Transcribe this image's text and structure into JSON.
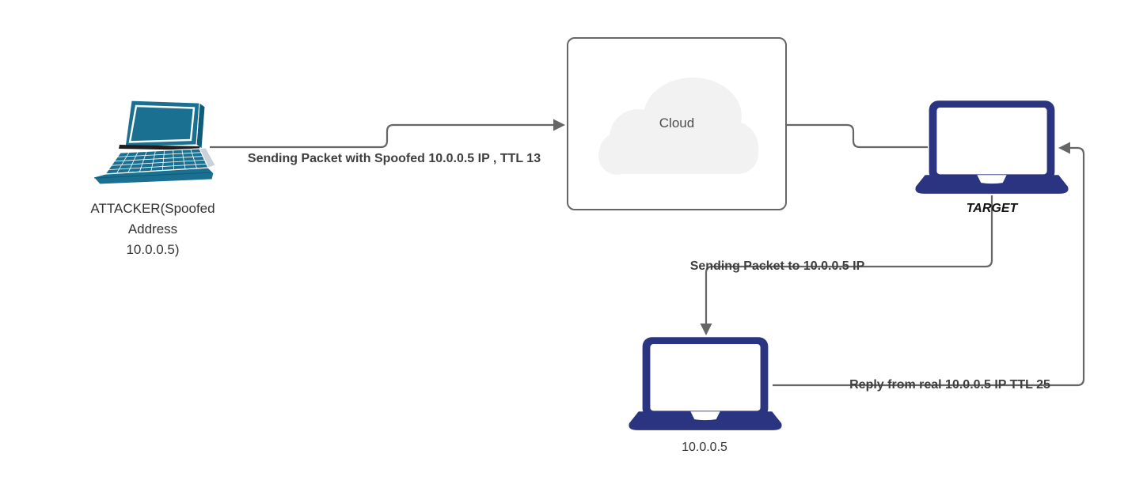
{
  "diagram": {
    "type": "network-flow",
    "nodes": {
      "attacker": {
        "label_lines": [
          "ATTACKER(Spoofed",
          "Address",
          "10.0.0.5)"
        ],
        "icon": "laptop-3d-icon"
      },
      "cloud": {
        "label": "Cloud",
        "icon": "cloud-icon"
      },
      "target": {
        "label": "TARGET",
        "icon": "laptop-icon"
      },
      "real_host": {
        "label": "10.0.0.5",
        "icon": "laptop-icon"
      }
    },
    "edges": [
      {
        "from": "attacker",
        "to": "cloud",
        "label": "Sending Packet with Spoofed 10.0.0.5 IP , TTL 13",
        "arrow": "right"
      },
      {
        "from": "cloud",
        "to": "target",
        "label": "",
        "arrow": "none"
      },
      {
        "from": "target",
        "to": "real_host",
        "label": "Sending Packet to 10.0.0.5 IP",
        "arrow": "down"
      },
      {
        "from": "real_host",
        "to": "target",
        "label": "Reply from real 10.0.0.5 IP TTL 25",
        "arrow": "left"
      }
    ],
    "colors": {
      "attacker_laptop": "#1A7091",
      "attacker_laptop_dark": "#0E5B7A",
      "laptop_navy": "#2B3480",
      "connector": "#666666",
      "edge_label_text": "#3F3F3F",
      "node_label_text": "#333333",
      "cloud_fill": "#F2F2F2",
      "cloud_text": "#4D4D4D",
      "box_border": "#666666",
      "background": "#FFFFFF"
    }
  }
}
